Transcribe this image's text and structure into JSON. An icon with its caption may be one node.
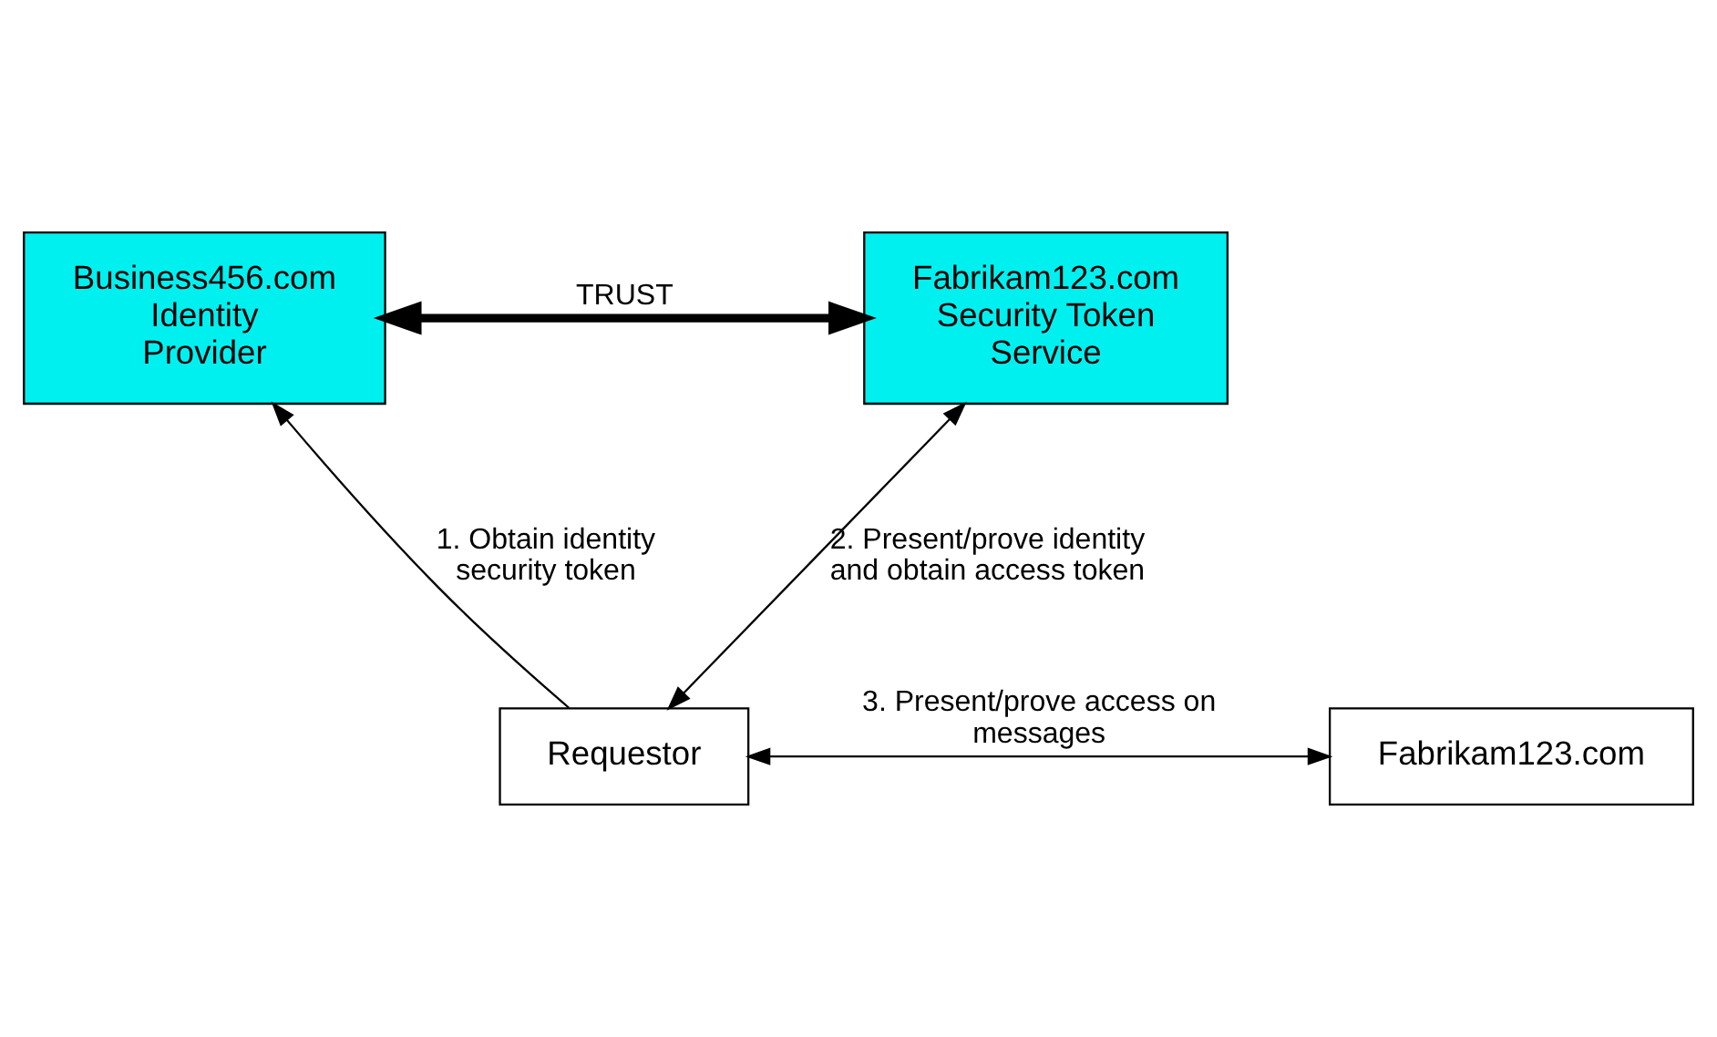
{
  "diagram": {
    "nodes": [
      {
        "text": [
          "Business456.com Identity Provider"
        ]
      },
      {
        "text": [
          "Fabrikam123.com Security Token Service"
        ]
      },
      {
        "text": [
          "Requestor"
        ]
      },
      {
        "text": [
          "Fabrikam123.com"
        ]
      }
    ],
    "edges": [
      {
        "from": 0,
        "to": 1,
        "arrow": "both",
        "label": "TRUST",
        "style": "thick"
      },
      {
        "from": 2,
        "to": 0,
        "arrow": "to",
        "label": "1. Obtain identity security token"
      },
      {
        "from": 2,
        "to": 1,
        "arrow": "both",
        "label": "2. Present/prove identity and obtain access token"
      },
      {
        "from": 2,
        "to": 3,
        "arrow": "both",
        "label": "3. Present/prove access on messages"
      }
    ]
  }
}
